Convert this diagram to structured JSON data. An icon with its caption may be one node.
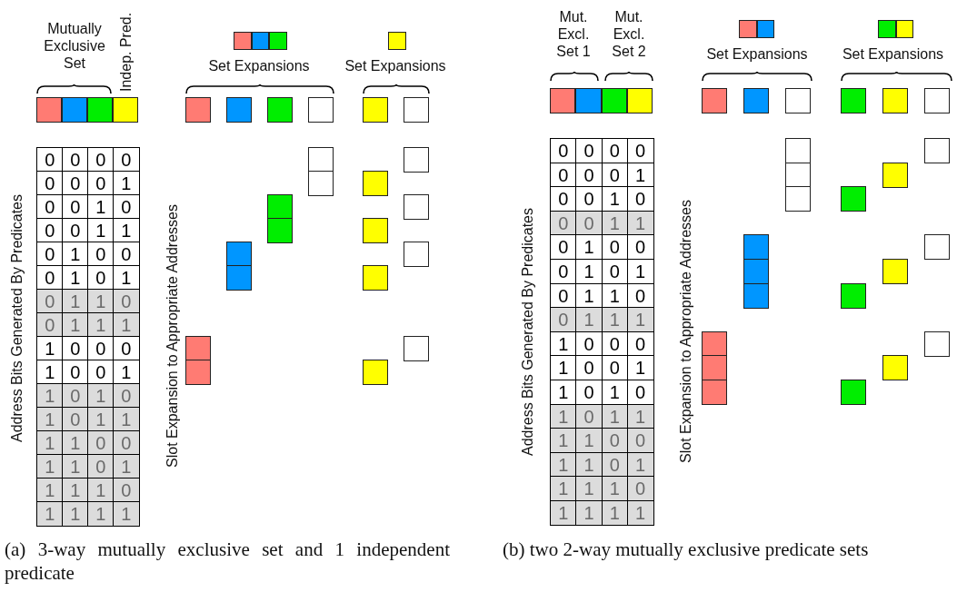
{
  "diagram": {
    "labels": [
      "Mutually Exclusive Set",
      "Indep. Pred.",
      "Set Expansions",
      "Set Expansions",
      "Address Bits Generated By Predicates",
      "0",
      "0",
      "0",
      "0",
      "0",
      "0",
      "0",
      "1",
      "0",
      "0",
      "1",
      "0",
      "0",
      "0",
      "1",
      "1",
      "0",
      "1",
      "0",
      "0",
      "0",
      "1",
      "0",
      "1",
      "0",
      "1",
      "1",
      "0",
      "0",
      "1",
      "1",
      "1",
      "1",
      "0",
      "0",
      "0",
      "1",
      "0",
      "0",
      "1",
      "1",
      "0",
      "1",
      "0",
      "1",
      "0",
      "1",
      "1",
      "1",
      "1",
      "0",
      "0",
      "1",
      "1",
      "0",
      "1",
      "1",
      "1",
      "1",
      "0",
      "1",
      "1",
      "1",
      "1",
      "Slot Expansion to Appropriate Addresses",
      "(a) 3-way mutually exclusive set and 1 independent predicate",
      "Mut. Excl. Set 1",
      "Mut. Excl. Set 2",
      "Set Expansions",
      "Set Expansions",
      "Address Bits Generated By Predicates",
      "0",
      "0",
      "0",
      "0",
      "0",
      "0",
      "0",
      "1",
      "0",
      "0",
      "1",
      "0",
      "0",
      "0",
      "1",
      "1",
      "0",
      "1",
      "0",
      "0",
      "0",
      "1",
      "0",
      "1",
      "0",
      "1",
      "1",
      "0",
      "0",
      "1",
      "1",
      "1",
      "1",
      "0",
      "0",
      "0",
      "1",
      "0",
      "0",
      "1",
      "1",
      "0",
      "1",
      "0",
      "1",
      "0",
      "1",
      "1",
      "1",
      "1",
      "0",
      "0",
      "1",
      "1",
      "0",
      "1",
      "1",
      "1",
      "1",
      "0",
      "1",
      "1",
      "1",
      "1",
      "Slot Expansion to Appropriate Addresses",
      "(b) two 2-way mutually exclusive predicate sets"
    ]
  }
}
